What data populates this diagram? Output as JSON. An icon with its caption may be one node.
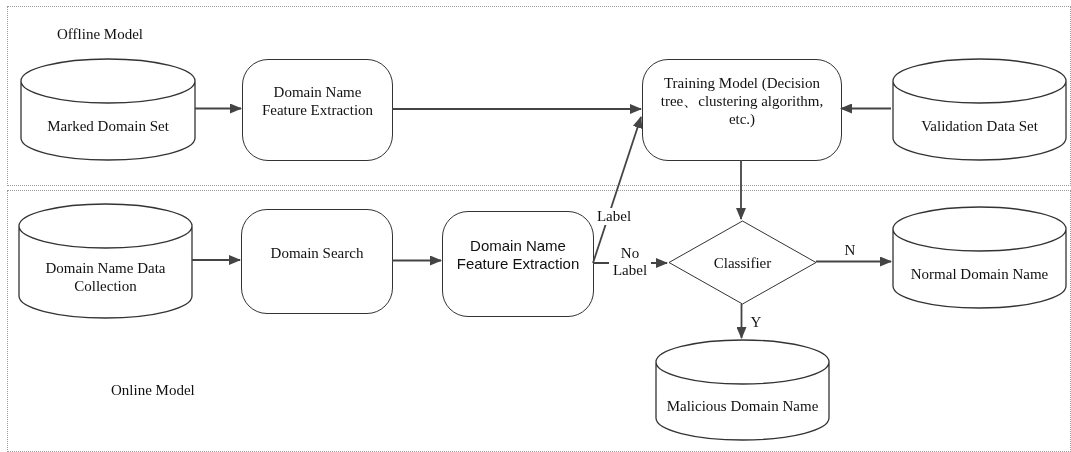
{
  "diagram": {
    "nodes": [
      {
        "text": [
          "Offline Model"
        ]
      },
      {
        "text": [
          "Marked Domain Set"
        ],
        "in": 0
      },
      {
        "text": [
          "Domain Name Feature Extraction"
        ],
        "in": 0
      },
      {
        "text": [
          "Training Model (Decision tree、clustering algorithm, etc.)"
        ],
        "in": 0
      },
      {
        "text": [
          "Validation Data Set"
        ],
        "in": 0
      },
      {
        "text": [
          "Online Model"
        ]
      },
      {
        "text": [
          "Domain Name Data Collection"
        ],
        "in": 5
      },
      {
        "text": [
          "Domain Search"
        ],
        "in": 5
      },
      {
        "text": [
          "Domain Name Feature Extraction"
        ],
        "in": 5
      },
      {
        "text": [
          "Classifier"
        ],
        "in": 5
      },
      {
        "text": [
          "Normal Domain Name"
        ],
        "in": 5
      },
      {
        "text": [
          "Malicious Domain Name"
        ],
        "in": 5
      }
    ],
    "edges": [
      {
        "from": 1,
        "to": 2,
        "arrow": "to"
      },
      {
        "from": 2,
        "to": 3,
        "arrow": "to"
      },
      {
        "from": 4,
        "to": 3,
        "arrow": "to"
      },
      {
        "from": 3,
        "to": 9,
        "arrow": "to"
      },
      {
        "from": 6,
        "to": 7,
        "arrow": "to"
      },
      {
        "from": 7,
        "to": 8,
        "arrow": "to"
      },
      {
        "from": 8,
        "to": 3,
        "arrow": "to",
        "label": "Label"
      },
      {
        "from": 8,
        "to": 9,
        "arrow": "to",
        "label": "No Label"
      },
      {
        "from": 9,
        "to": 10,
        "arrow": "to",
        "label": "N"
      },
      {
        "from": 9,
        "to": 11,
        "arrow": "to",
        "label": "Y"
      }
    ]
  }
}
